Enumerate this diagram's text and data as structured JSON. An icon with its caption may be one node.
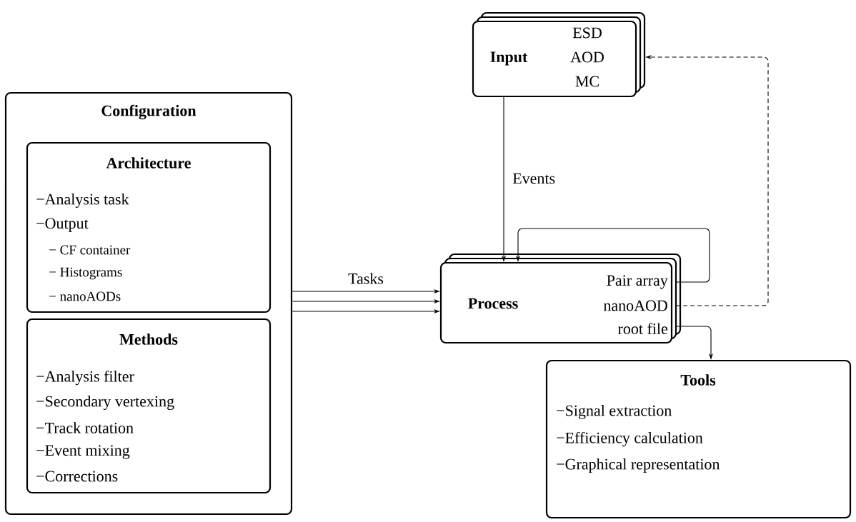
{
  "diagram": {
    "nodes": [
      {
        "text": [
          "Configuration"
        ]
      },
      {
        "text": [
          "Architecture",
          "−Analysis task",
          "−Output",
          "− CF container",
          "− Histograms",
          "− nanoAODs"
        ],
        "in": 0
      },
      {
        "text": [
          "Methods",
          "−Analysis filter",
          "−Secondary vertexing",
          "−Track rotation",
          "−Event mixing",
          "−Corrections"
        ],
        "in": 0
      },
      {
        "text": [
          "Input",
          "ESD",
          "AOD",
          "MC"
        ]
      },
      {
        "text": [
          "Process",
          "Pair array",
          "nanoAOD",
          "root file"
        ]
      },
      {
        "text": [
          "Tools",
          "−Signal extraction",
          "−Efficiency calculation",
          "−Graphical representation"
        ]
      }
    ],
    "edges": [
      {
        "from": 3,
        "to": 4,
        "arrow": "to",
        "label": "Events"
      },
      {
        "from": 0,
        "to": 4,
        "arrow": "to",
        "label": "Tasks"
      },
      {
        "from": 0,
        "to": 4,
        "arrow": "to"
      },
      {
        "from": 0,
        "to": 4,
        "arrow": "to"
      },
      {
        "from": 4,
        "to": 4,
        "arrow": "to"
      },
      {
        "from": 4,
        "to": 3,
        "arrow": "to",
        "style": "dashed"
      },
      {
        "from": 4,
        "to": 5,
        "arrow": "to"
      }
    ]
  }
}
